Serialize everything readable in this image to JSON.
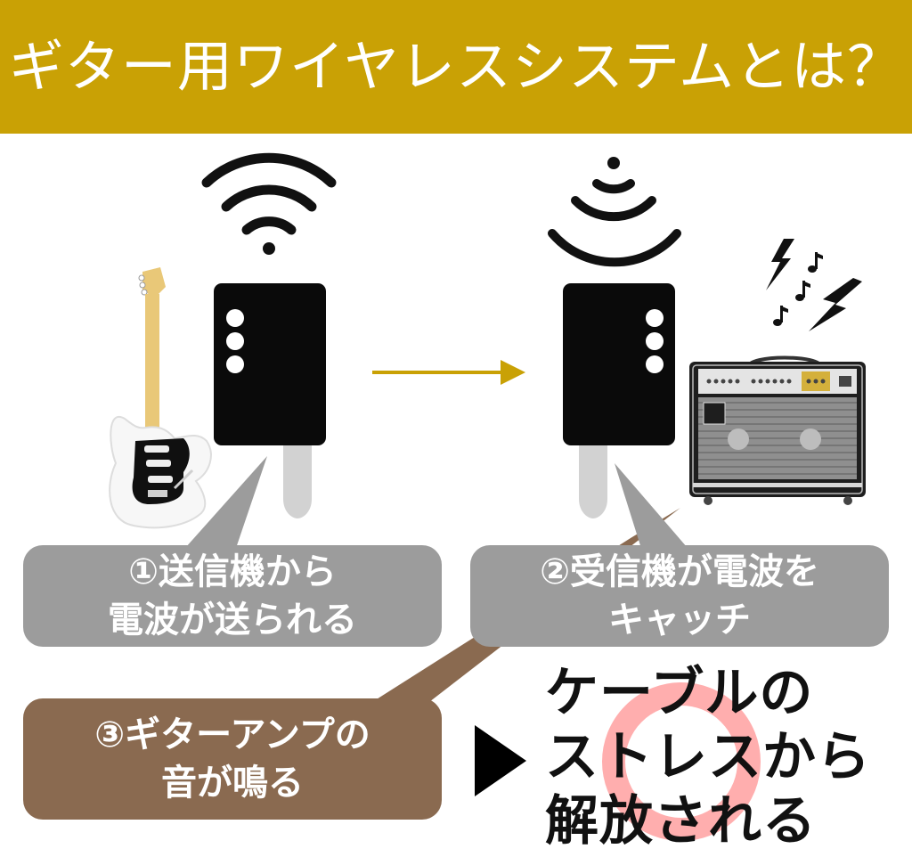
{
  "header": {
    "title": "ギター用ワイヤレスシステムとは？",
    "background": "#c9a105"
  },
  "steps": [
    {
      "lines": [
        "①送信機から",
        "電波が送られる"
      ],
      "color": "#9c9c9c"
    },
    {
      "lines": [
        "②受信機が電波を",
        "キャッチ"
      ],
      "color": "#9c9c9c"
    },
    {
      "lines": [
        "③ギターアンプの",
        "音が鳴る"
      ],
      "color": "#8a6a50"
    }
  ],
  "result": {
    "lines": [
      "ケーブルの",
      "ストレスから",
      "解放される"
    ],
    "arrow_icon": "play-triangle-icon",
    "highlight_color": "#ff9a9a"
  },
  "icons": [
    "wifi-signal-icon",
    "broadcast-signal-icon",
    "electric-guitar-icon",
    "transmitter-icon",
    "receiver-icon",
    "guitar-amp-icon",
    "music-notes-icon",
    "lightning-icon",
    "arrow-right-icon"
  ],
  "colors": {
    "accent": "#c9a105",
    "device": "#0a0a0a",
    "plug": "#d2d2d2"
  }
}
